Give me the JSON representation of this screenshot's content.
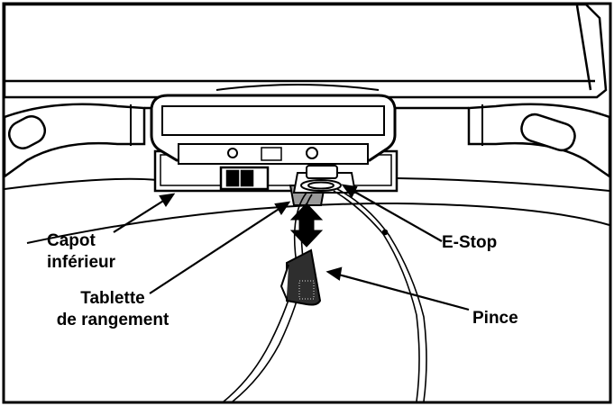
{
  "labels": {
    "lower_cover": "Capot\ninférieur",
    "lower_cover_line1": "Capot",
    "lower_cover_line2": "inférieur",
    "tray_line1": "Tablette",
    "tray_line2": "de rangement",
    "estop": "E-Stop",
    "clip": "Pince"
  },
  "colors": {
    "line": "#000000",
    "part_fill": "#ffffff",
    "part_shade": "#d9d9d9",
    "tray_shade": "#9a9a9a",
    "clip_fill": "#2e2e2e"
  }
}
